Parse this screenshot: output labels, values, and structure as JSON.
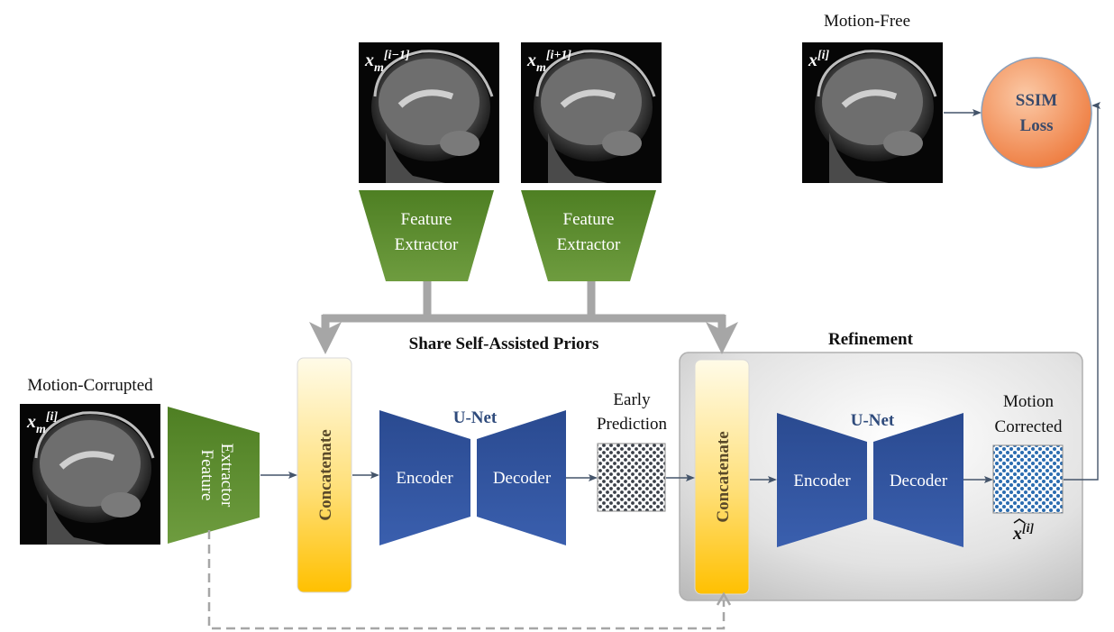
{
  "images": {
    "prev_slice": {
      "label": "x",
      "sub": "m",
      "sup": "[i−1]"
    },
    "next_slice": {
      "label": "x",
      "sub": "m",
      "sup": "[i+1]"
    },
    "motion_free": {
      "caption": "Motion-Free",
      "label": "x",
      "sup": "[i]"
    },
    "motion_corrupted": {
      "caption": "Motion-Corrupted",
      "label": "x",
      "sub": "m",
      "sup": "[i]"
    }
  },
  "feature_extractor": {
    "line1": "Feature",
    "line2": "Extractor"
  },
  "priors_label": "Share Self-Assisted Priors",
  "refinement_label": "Refinement",
  "concatenate_label": "Concatenate",
  "unet": {
    "title": "U-Net",
    "encoder": "Encoder",
    "decoder": "Decoder"
  },
  "early_prediction": {
    "line1": "Early",
    "line2": "Prediction"
  },
  "motion_corrected": {
    "line1": "Motion",
    "line2": "Corrected",
    "symbol": "x",
    "sup": "[i]"
  },
  "ssim": {
    "line1": "SSIM",
    "line2": "Loss"
  },
  "colors": {
    "feature_green": "#5a8a2e",
    "unet_blue": "#2e4f96",
    "concat_yellow": "#f5c400",
    "ssim_orange": "#f08a4b",
    "arrow_gray": "#a6a6a6",
    "connector": "#44546a"
  }
}
